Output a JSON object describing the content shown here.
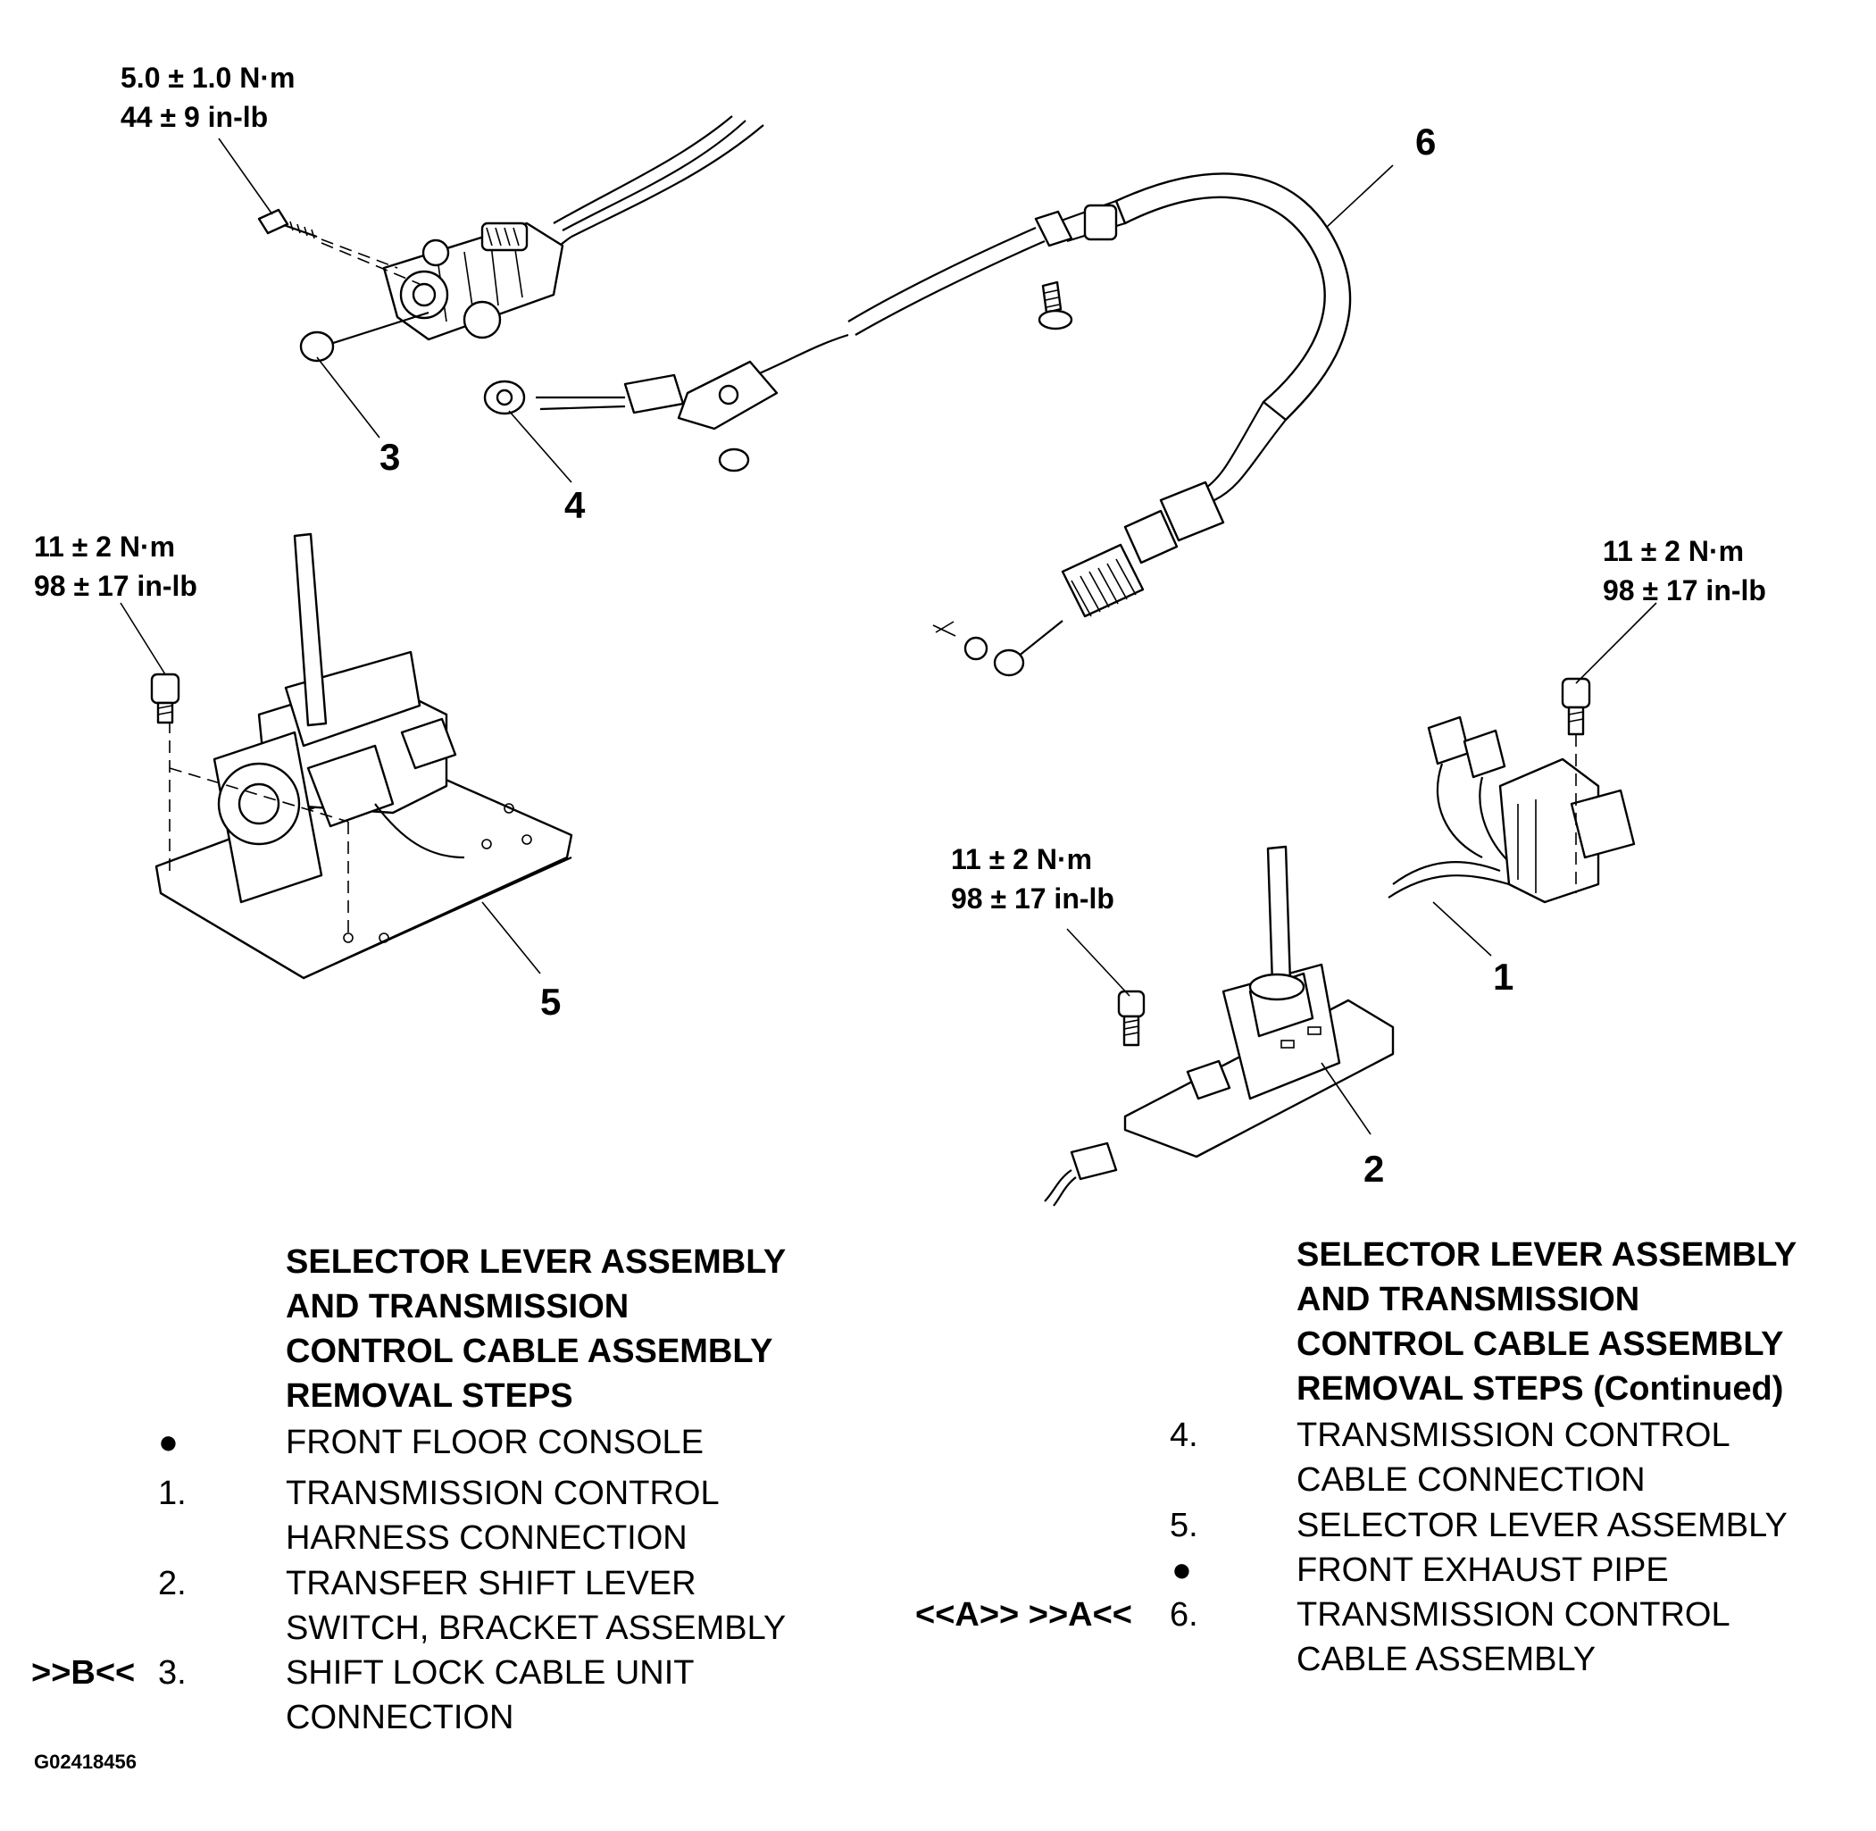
{
  "figure_id": "G02418456",
  "torque_labels": {
    "cable_bracket_bolt": {
      "nm": "5.0 ± 1.0 N·m",
      "inlb": "44 ± 9 in-lb"
    },
    "selector_lever_bolt": {
      "nm": "11 ± 2 N·m",
      "inlb": "98 ± 17 in-lb"
    },
    "transfer_switch_bolt": {
      "nm": "11 ± 2 N·m",
      "inlb": "98 ± 17 in-lb"
    },
    "harness_bracket_bolt": {
      "nm": "11 ± 2 N·m",
      "inlb": "98 ± 17 in-lb"
    }
  },
  "callouts": [
    "1",
    "2",
    "3",
    "4",
    "5",
    "6"
  ],
  "left_column": {
    "heading": [
      "SELECTOR LEVER ASSEMBLY",
      "AND TRANSMISSION",
      "CONTROL CABLE ASSEMBLY",
      "REMOVAL STEPS"
    ],
    "steps": [
      {
        "ref": "",
        "num": "●",
        "lines": [
          "FRONT FLOOR CONSOLE"
        ]
      },
      {
        "ref": "",
        "num": "1.",
        "lines": [
          "TRANSMISSION CONTROL",
          "HARNESS CONNECTION"
        ]
      },
      {
        "ref": "",
        "num": "2.",
        "lines": [
          "TRANSFER SHIFT LEVER",
          "SWITCH, BRACKET ASSEMBLY"
        ]
      },
      {
        "ref": ">>B<<",
        "num": "3.",
        "lines": [
          "SHIFT LOCK CABLE UNIT",
          "CONNECTION"
        ]
      }
    ]
  },
  "right_column": {
    "heading": [
      "SELECTOR LEVER ASSEMBLY",
      "AND TRANSMISSION",
      "CONTROL CABLE ASSEMBLY",
      "REMOVAL STEPS (Continued)"
    ],
    "steps": [
      {
        "ref": "",
        "num": "4.",
        "lines": [
          "TRANSMISSION CONTROL",
          "CABLE CONNECTION"
        ]
      },
      {
        "ref": "",
        "num": "5.",
        "lines": [
          "SELECTOR LEVER ASSEMBLY"
        ]
      },
      {
        "ref": "",
        "num": "●",
        "lines": [
          "FRONT EXHAUST PIPE"
        ]
      },
      {
        "ref": "<<A>>  >>A<<",
        "num": "6.",
        "lines": [
          "TRANSMISSION CONTROL",
          "CABLE ASSEMBLY"
        ]
      }
    ]
  }
}
